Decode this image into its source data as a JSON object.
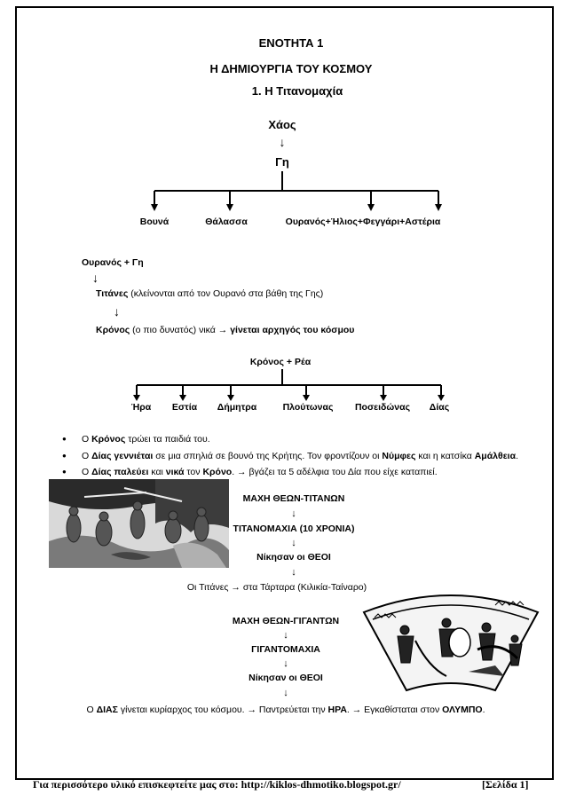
{
  "header": {
    "unit": "ΕΝΟΤΗΤΑ 1",
    "title": "Η ΔΗΜΙΟΥΡΓΙΑ ΤΟΥ ΚΟΣΜΟΥ",
    "subtitle": "1.  Η Τιτανομαχία"
  },
  "tree1": {
    "root": "Χάος",
    "arrow": "↓",
    "child": "Γη",
    "leaves": [
      "Βουνά",
      "Θάλασσα",
      "Ουρανός+Ήλιος+Φεγγάρι+Αστέρια"
    ]
  },
  "lineage": {
    "top": "Ουρανός + Γη",
    "arrow": "↓",
    "titans_bold": "Τιτάνες",
    "titans_rest": " (κλείνονται από τον Ουρανό στα βάθη της Γης)",
    "kronos_bold": "Κρόνος",
    "kronos_mid": " (ο πιο δυνατός) νικά → ",
    "kronos_end": "γίνεται αρχηγός του κόσμου"
  },
  "tree2": {
    "parents": "Κρόνος  +  Ρέα",
    "children": [
      "Ήρα",
      "Εστία",
      "Δήμητρα",
      "Πλούτωνας",
      "Ποσειδώνας",
      "Δίας"
    ]
  },
  "bullets": {
    "b1": {
      "p1": "Ο ",
      "p2": "Κρόνος",
      "p3": " τρώει τα παιδιά του."
    },
    "b2": {
      "p1": "Ο ",
      "p2": "Δίας γεννιέται",
      "p3": " σε μια σπηλιά σε βουνό της Κρήτης. Τον φροντίζουν οι ",
      "p4": "Νύμφες",
      "p5": " και η κατσίκα ",
      "p6": "Αμάλθεια",
      "p7": "."
    },
    "b3": {
      "p1": "Ο ",
      "p2": "Δίας παλεύει",
      "p3": " και ",
      "p4": "νικά",
      "p5": " τον ",
      "p6": "Κρόνο",
      "p7": ". → βγάζει τα 5 αδέλφια του Δία που είχε καταπιεί."
    }
  },
  "titanomachy": {
    "l1": "ΜΑΧΗ ΘΕΩΝ-ΤΙΤΑΝΩΝ",
    "l2": "ΤΙΤΑΝΟΜΑΧΙΑ (10 ΧΡΟΝΙΑ)",
    "l3": "Νίκησαν οι ΘΕΟΙ",
    "l4": "Οι Τιτάνες → στα Τάρταρα (Κιλικία-Ταίναρο)",
    "arrow": "↓"
  },
  "gigantomachy": {
    "l1": "ΜΑΧΗ ΘΕΩΝ-ΓΙΓΑΝΤΩΝ",
    "l2": "ΓΙΓΑΝΤΟΜΑΧΙΑ",
    "l3": "Νίκησαν οι ΘΕΟΙ",
    "final_p1": "Ο ",
    "final_p2": "ΔΙΑΣ",
    "final_p3": " γίνεται κυρίαρχος του κόσμου. → Παντρεύεται την ",
    "final_p4": "ΗΡΑ",
    "final_p5": ". → Εγκαθίσταται στον ",
    "final_p6": "ΟΛΥΜΠΟ",
    "final_p7": ".",
    "arrow": "↓"
  },
  "footer": {
    "text": "Για περισσότερο υλικό επισκεφτείτε μας στο: http://kiklos-dhmotiko.blogspot.gr/",
    "page": "[Σελίδα 1]"
  }
}
